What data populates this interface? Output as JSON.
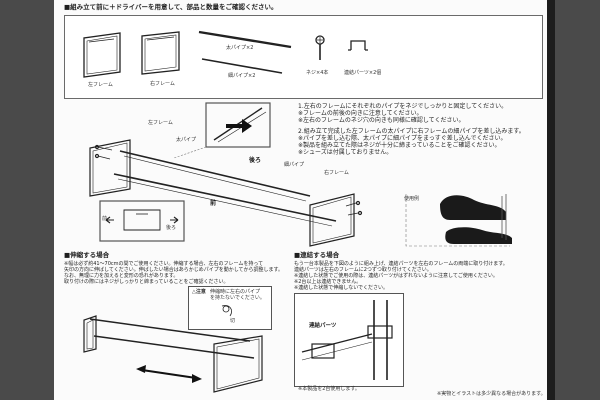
{
  "header": {
    "title": "■組み立て前に＋ドライバーを用意して、部品と数量をご確認ください。"
  },
  "parts": [
    {
      "label": "左フレーム"
    },
    {
      "label": "右フレーム"
    },
    {
      "label": "太パイプ×2"
    },
    {
      "label": "細パイプ×2"
    },
    {
      "label": "ネジ×4本"
    },
    {
      "label": "連結パーツ×2個"
    }
  ],
  "assembly": {
    "labels": {
      "left_frame": "左フレーム",
      "thick_pipe": "太パイプ",
      "back": "後ろ",
      "thin_pipe": "細パイプ",
      "right_frame": "右フレーム",
      "front": "前"
    },
    "inset": {
      "front": "前",
      "back": "後ろ"
    },
    "steps": [
      "1.左右のフレームにそれぞれのパイプをネジでしっかりと固定してください。",
      "※フレームの前後の向きに注意してください。",
      "※左右のフレームのネジ穴の向きも同様に確認してください。",
      "2.組み立て完成した左フレームの太パイプに右フレームの細パイプを差し込みます。",
      "※パイプを差し込む際、太パイプに細パイプをまっすぐ差し込んでください。",
      "※製品を組み立てた際はネジが十分に締まっていることをご確認ください。",
      "※シューズは付属しておりません。"
    ],
    "example_label": "使用例"
  },
  "extend": {
    "title": "■伸縮する場合",
    "text": [
      "※幅は必ず約41〜70cmの間でご使用ください。伸縮する場合、左右のフレームを持って",
      "矢印の方向に伸ばしてください。伸ばしたい場合はあらかじめパイプを動かしてから調整します。",
      "なお、無理に力を加えると変形の恐れがあります。",
      "取り付けの際にはネジがしっかりと締まっていることをご確認ください。"
    ],
    "caution": [
      "△注意",
      "伸縮時に左右のパイプ",
      "を持たないでください。"
    ],
    "clip_label": "切"
  },
  "connect": {
    "title": "■連結する場合",
    "text": [
      "もう一台本製品を下図のように組み上げ、連結パーツを左右のフレームの両端に取り付けます。",
      "連結パーツは左右のフレームに2つずつ取り付けてください。",
      "※連結した状態でご使用の際は、連結パーツがはずれないように注意してご使用ください。",
      "※2台以上は連結できません。",
      "※連結した状態で伸縮しないでください。"
    ],
    "part_label": "連結パーツ",
    "note": "※本製品を2台使用します。"
  },
  "footer": {
    "note": "※実物とイラストは多少異なる場合があります。"
  }
}
